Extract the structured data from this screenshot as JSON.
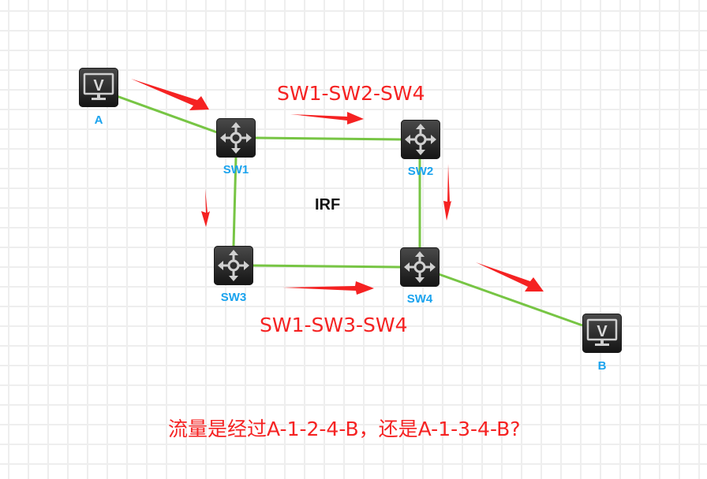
{
  "diagram": {
    "center_label": "IRF",
    "nodes": [
      {
        "id": "A",
        "label": "A",
        "type": "host"
      },
      {
        "id": "SW1",
        "label": "SW1",
        "type": "switch"
      },
      {
        "id": "SW2",
        "label": "SW2",
        "type": "switch"
      },
      {
        "id": "SW3",
        "label": "SW3",
        "type": "switch"
      },
      {
        "id": "SW4",
        "label": "SW4",
        "type": "switch"
      },
      {
        "id": "B",
        "label": "B",
        "type": "host"
      }
    ],
    "links": [
      [
        "A",
        "SW1"
      ],
      [
        "SW1",
        "SW2"
      ],
      [
        "SW1",
        "SW3"
      ],
      [
        "SW2",
        "SW4"
      ],
      [
        "SW3",
        "SW4"
      ],
      [
        "SW4",
        "B"
      ]
    ],
    "path_labels": {
      "upper": "SW1-SW2-SW4",
      "lower": "SW1-SW3-SW4"
    },
    "question": "流量是经过A-1-2-4-B，还是A-1-3-4-B?",
    "colors": {
      "link": "#77c544",
      "arrow": "#f52222",
      "node_label": "#1aa3ee",
      "annotation": "#f52222"
    }
  }
}
